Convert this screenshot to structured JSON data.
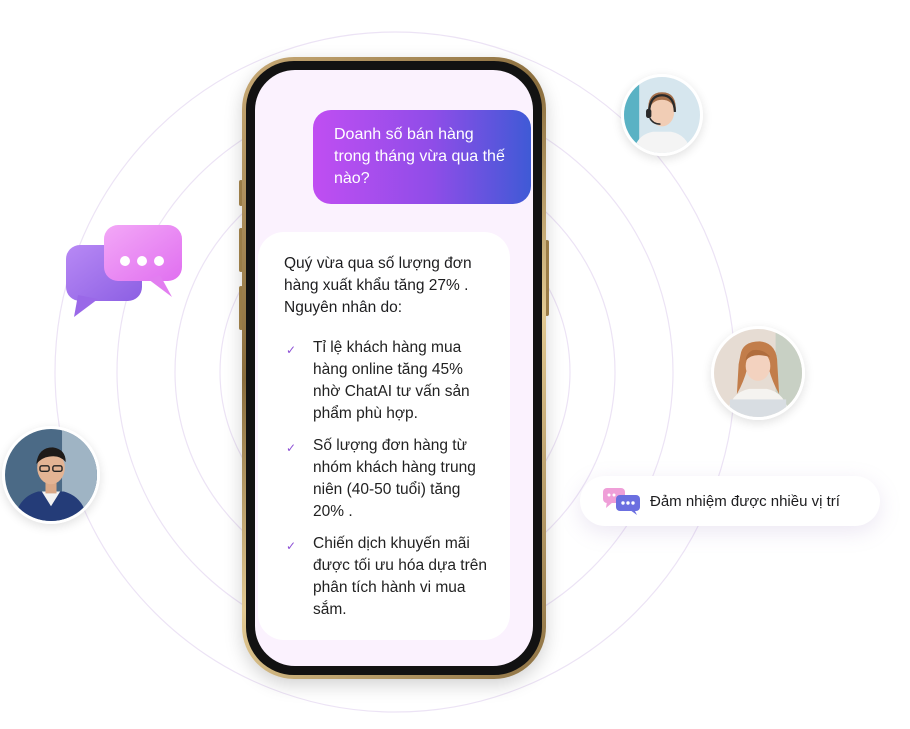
{
  "chat": {
    "question": "Doanh số bán hàng trong tháng vừa qua thế nào?",
    "answer_intro": "Quý vừa qua số lượng đơn hàng xuất khẩu tăng 27% . Nguyên nhân do:",
    "reasons": [
      "Tỉ lệ khách hàng mua hàng online tăng 45% nhờ ChatAI tư vấn sản phẩm phù hợp.",
      "Số lượng đơn hàng từ nhóm khách hàng trung niên (40-50 tuổi) tăng 20% .",
      "Chiến dịch khuyến mãi được tối ưu hóa dựa trên phân tích hành vi mua sắm."
    ],
    "check_icon": "check-icon"
  },
  "badge": {
    "label": "Đảm nhiệm được nhiều vị trí",
    "icon": "chat-bubbles-icon"
  },
  "colors": {
    "accent_purple": "#c04ef2",
    "accent_blue": "#3f5ad6",
    "screen_bg": "#fbf2fe",
    "ring": "#efe6f7"
  }
}
